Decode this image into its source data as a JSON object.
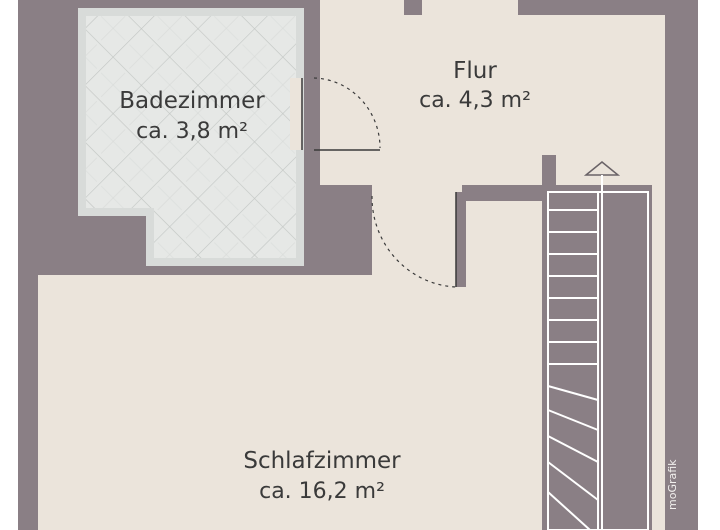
{
  "colors": {
    "wall": "#8a7f85",
    "floor": "#ebe4db",
    "tile": "#e6e8e6",
    "tile_line": "#c2c6c3",
    "door_line": "#3a3a3a",
    "stair_line": "#ffffff"
  },
  "rooms": {
    "bathroom": {
      "name": "Badezimmer",
      "area": "ca. 3,8 m²"
    },
    "hallway": {
      "name": "Flur",
      "area": "ca. 4,3 m²"
    },
    "bedroom": {
      "name": "Schlafzimmer",
      "area": "ca. 16,2 m²"
    }
  },
  "credit": "moGrafik"
}
